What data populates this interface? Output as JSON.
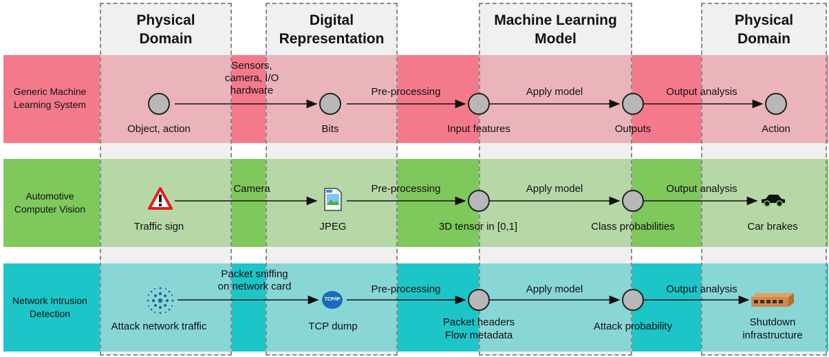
{
  "columns": [
    {
      "title": "Physical\nDomain"
    },
    {
      "title": "Digital\nRepresentation"
    },
    {
      "title": "Machine Learning\nModel"
    },
    {
      "title": "Physical\nDomain"
    }
  ],
  "rows": [
    {
      "name": "Generic Machine\nLearning System",
      "nodes": [
        "Object, action",
        "Bits",
        "Input features",
        "Outputs",
        "Action"
      ],
      "edges": [
        "Sensors,\ncamera, I/O\nhardware",
        "Pre-processing",
        "Apply model",
        "Output analysis"
      ]
    },
    {
      "name": "Automotive\nComputer Vision",
      "nodes": [
        "Traffic sign",
        "JPEG",
        "3D tensor in [0,1]",
        "Class probabilities",
        "Car brakes"
      ],
      "edges": [
        "Camera",
        "Pre-processing",
        "Apply model",
        "Output analysis"
      ]
    },
    {
      "name": "Network Intrusion\nDetection",
      "nodes": [
        "Attack network traffic",
        "TCP dump",
        "Packet headers\nFlow metadata",
        "Attack probability",
        "Shutdown\ninfrastructure"
      ],
      "edges": [
        "Packet sniffing\non network card",
        "Pre-processing",
        "Apply model",
        "Output analysis"
      ]
    }
  ],
  "icons": {
    "tcpip_label": "TCP/IP",
    "names": [
      "warning-sign-icon",
      "jpeg-file-icon",
      "car-icon",
      "network-cloud-icon",
      "tcpip-icon",
      "network-switch-icon"
    ],
    "colors": {
      "red_band": "#f47a8b",
      "green_band": "#7ec85c",
      "cyan_band": "#1cc5c8",
      "node": "#b8b8b8"
    }
  }
}
